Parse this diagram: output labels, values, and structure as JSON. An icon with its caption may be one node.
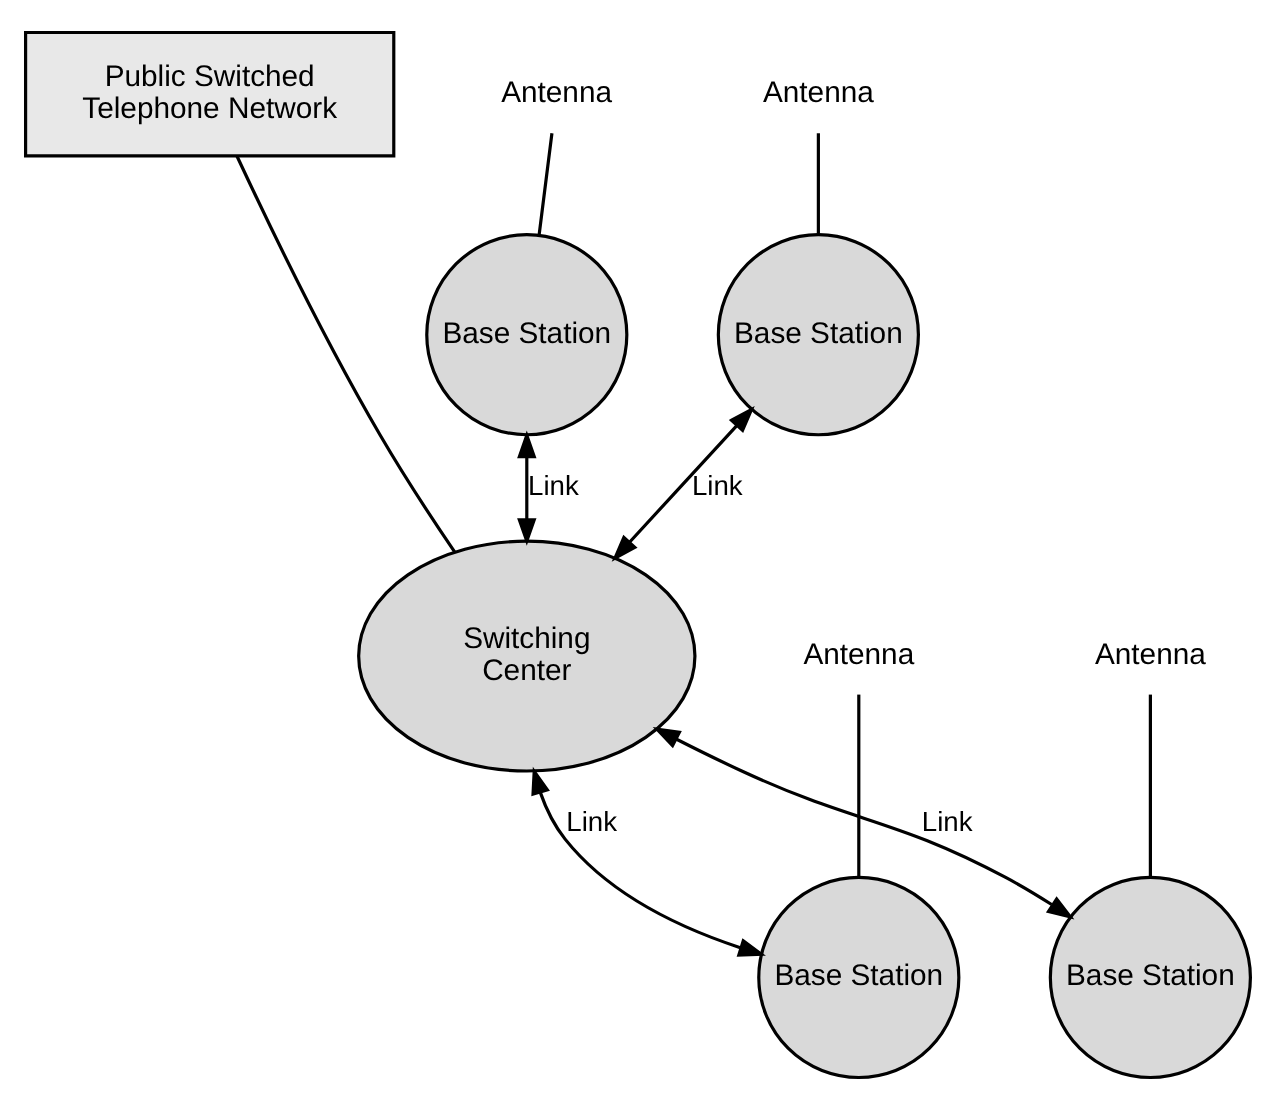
{
  "diagram": {
    "nodes": [
      {
        "text": [
          "Public Switched Telephone Network"
        ]
      },
      {
        "text": [
          "Antenna"
        ]
      },
      {
        "text": [
          "Antenna"
        ]
      },
      {
        "text": [
          "Base Station"
        ]
      },
      {
        "text": [
          "Base Station"
        ]
      },
      {
        "text": [
          "Switching Center"
        ]
      },
      {
        "text": [
          "Antenna"
        ]
      },
      {
        "text": [
          "Antenna"
        ]
      },
      {
        "text": [
          "Base Station"
        ]
      },
      {
        "text": [
          "Base Station"
        ]
      }
    ],
    "edges": [
      {
        "from": 1,
        "to": 3,
        "arrow": "none"
      },
      {
        "from": 2,
        "to": 4,
        "arrow": "none"
      },
      {
        "from": 0,
        "to": 5,
        "arrow": "none"
      },
      {
        "from": 3,
        "to": 5,
        "arrow": "both",
        "label": "Link"
      },
      {
        "from": 4,
        "to": 5,
        "arrow": "both",
        "label": "Link"
      },
      {
        "from": 6,
        "to": 8,
        "arrow": "none"
      },
      {
        "from": 7,
        "to": 9,
        "arrow": "none"
      },
      {
        "from": 8,
        "to": 5,
        "arrow": "both",
        "label": "Link"
      },
      {
        "from": 9,
        "to": 5,
        "arrow": "both",
        "label": "Link"
      }
    ]
  }
}
